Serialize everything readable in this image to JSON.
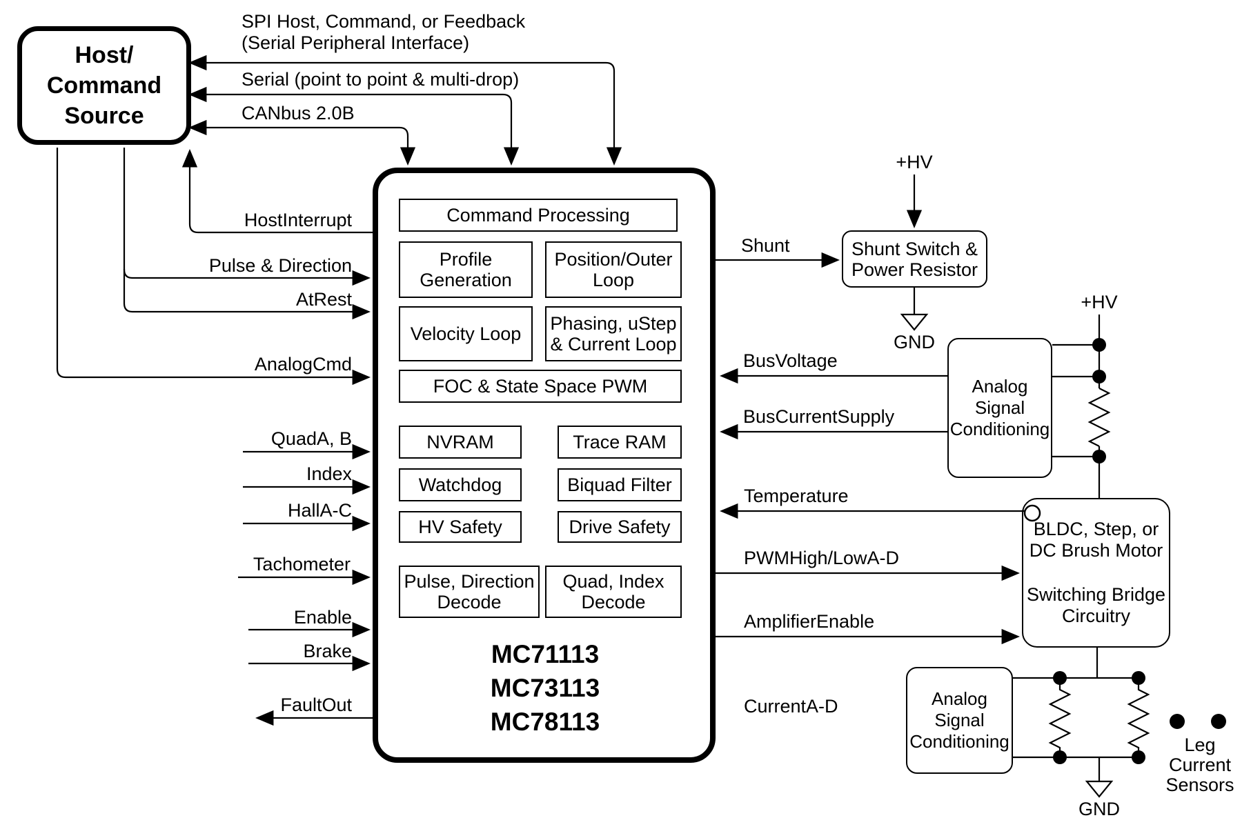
{
  "host": {
    "title_lines": [
      "Host/",
      "Command",
      "Source"
    ]
  },
  "links": {
    "spi_line1": "SPI Host, Command, or Feedback",
    "spi_line2": "(Serial Peripheral Interface)",
    "serial": "Serial (point to point & multi-drop)",
    "canbus": "CANbus 2.0B",
    "host_interrupt": "HostInterrupt"
  },
  "inputs": {
    "pulse_direction": "Pulse & Direction",
    "at_rest": "AtRest",
    "analog_cmd": "AnalogCmd",
    "quad_ab": "QuadA, B",
    "index": "Index",
    "hall_ac": "HallA-C",
    "tachometer": "Tachometer",
    "enable": "Enable",
    "brake": "Brake",
    "fault_out": "FaultOut"
  },
  "chip": {
    "blocks": {
      "command_processing": "Command Processing",
      "profile_generation": [
        "Profile",
        "Generation"
      ],
      "position_outer_loop": [
        "Position/Outer",
        "Loop"
      ],
      "velocity_loop": "Velocity Loop",
      "phasing_ustep_current_loop": [
        "Phasing, uStep",
        "& Current Loop"
      ],
      "foc_state_space_pwm": "FOC & State Space PWM",
      "nvram": "NVRAM",
      "trace_ram": "Trace RAM",
      "watchdog": "Watchdog",
      "biquad_filter": "Biquad Filter",
      "hv_safety": "HV Safety",
      "drive_safety": "Drive Safety",
      "pulse_direction_decode": [
        "Pulse, Direction",
        "Decode"
      ],
      "quad_index_decode": [
        "Quad, Index",
        "Decode"
      ]
    },
    "part_numbers": [
      "MC71113",
      "MC73113",
      "MC78113"
    ]
  },
  "right": {
    "shunt": "Shunt",
    "hv_label": "+HV",
    "gnd_label": "GND",
    "shunt_switch_lines": [
      "Shunt Switch &",
      "Power Resistor"
    ],
    "asc_lines": [
      "Analog",
      "Signal",
      "Conditioning"
    ],
    "bus_voltage": "BusVoltage",
    "bus_current_supply": "BusCurrentSupply",
    "temperature": "Temperature",
    "pwm_high_low": "PWMHigh/LowA-D",
    "amplifier_enable": "AmplifierEnable",
    "bridge_lines": [
      "BLDC, Step, or",
      "DC Brush Motor",
      "Switching Bridge",
      "Circuitry"
    ],
    "current_ad": "CurrentA-D",
    "leg_sensor_lines": [
      "Leg",
      "Current",
      "Sensors"
    ]
  },
  "colors": {
    "line": "#000000",
    "background": "#ffffff"
  }
}
